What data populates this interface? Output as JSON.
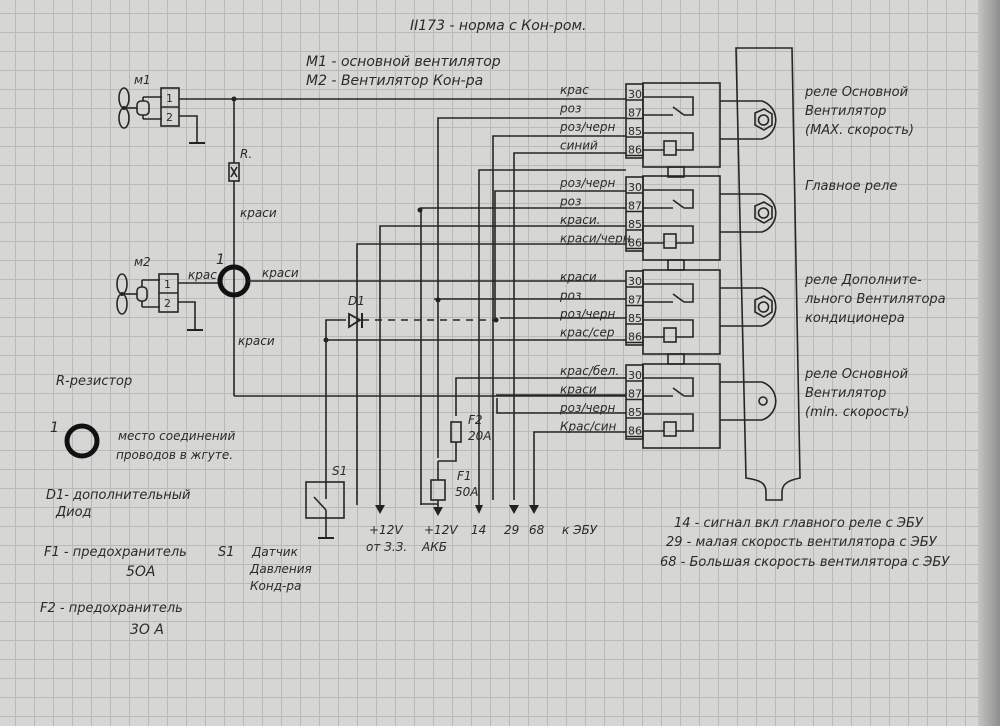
{
  "title": "ІІ173 - норма с Кон-ром.",
  "legend_motors": {
    "m1": "М1 - основной вентилятор",
    "m2": "М2 - Вентилятор Кон-ра"
  },
  "components": {
    "m1_label": "м1",
    "m2_label": "м2",
    "pin1": "1",
    "pin2": "2",
    "resistor_label": "R.",
    "junction_label": "1",
    "diode_label": "D1",
    "switch_label": "S1",
    "fuse_f1_label": "F1",
    "fuse_f1_rating": "50A",
    "fuse_f2_label": "F2",
    "fuse_f2_rating": "20A"
  },
  "wire_labels": {
    "after_resistor": "краси",
    "m2_to_junction": "крас",
    "junction_right": "краси",
    "junction_down": "краси"
  },
  "relays": [
    {
      "name": "Реле Основной Вентилятор (MAX. скорость)",
      "description": [
        "реле Основной",
        "Вентилятор",
        "(MAX. скорость)"
      ],
      "pins": [
        {
          "pin": "30",
          "wire": "крас"
        },
        {
          "pin": "87",
          "wire": "роз"
        },
        {
          "pin": "85",
          "wire": "роз/черн"
        },
        {
          "pin": "86",
          "wire": "синий"
        }
      ]
    },
    {
      "name": "Главное реле",
      "description": [
        "Главное реле"
      ],
      "pins": [
        {
          "pin": "30",
          "wire": "роз/черн"
        },
        {
          "pin": "87",
          "wire": "роз"
        },
        {
          "pin": "85",
          "wire": "краси."
        },
        {
          "pin": "86",
          "wire": "краси/черн"
        }
      ]
    },
    {
      "name": "Реле Дополнительного Вентилятора кондиционера",
      "description": [
        "реле Дополните-",
        "льного Вентилятора",
        "кондиционера"
      ],
      "pins": [
        {
          "pin": "30",
          "wire": "краси"
        },
        {
          "pin": "87",
          "wire": "роз"
        },
        {
          "pin": "85",
          "wire": "роз/черн"
        },
        {
          "pin": "86",
          "wire": "крас/сер"
        }
      ]
    },
    {
      "name": "Реле Основной Вентилятор (min. скорость)",
      "description": [
        "реле Основной",
        "Вентилятор",
        "(min. скорость)"
      ],
      "pins": [
        {
          "pin": "30",
          "wire": "крас/бел."
        },
        {
          "pin": "87",
          "wire": "краси"
        },
        {
          "pin": "85",
          "wire": "роз/черн"
        },
        {
          "pin": "86",
          "wire": "Крас/син"
        }
      ]
    }
  ],
  "terminals": {
    "plus12_ign": "+12V",
    "plus12_ign_sub": "от З.З.",
    "plus12_batt": "+12V",
    "plus12_batt_sub": "АКБ",
    "t14": "14",
    "t29": "29",
    "t68": "68",
    "ecu": "к ЭБУ"
  },
  "ecu_notes": [
    "14 - сигнал вкл главного реле с ЭБУ",
    "29 - малая скорость вентилятора с ЭБУ",
    "68 - Большая скорость вентилятора с ЭБУ"
  ],
  "legend": {
    "resistor": "R-резистор",
    "junction_num": "1",
    "junction_line1": "место соединений",
    "junction_line2": "проводов в жгуте.",
    "diode_line1": "D1- дополнительный",
    "diode_line2": "Диод",
    "f1_line1": "F1 - предохранитель",
    "f1_line2": "5OA",
    "s1_label": "S1",
    "s1_line1": "Датчик",
    "s1_line2": "Давления",
    "s1_line3": "Конд-ра",
    "f2_line1": "F2 - предохранитель",
    "f2_line2": "3O A"
  }
}
